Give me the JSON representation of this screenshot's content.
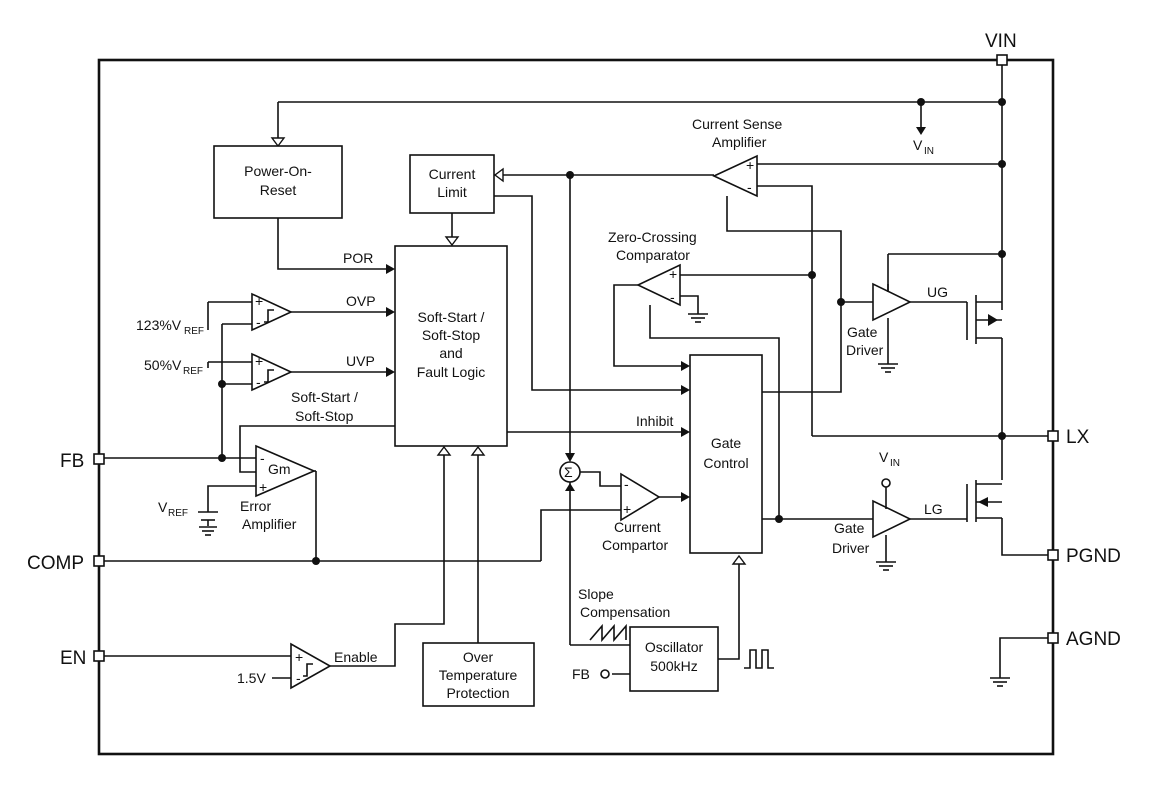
{
  "pins": {
    "vin": "VIN",
    "lx": "LX",
    "pgnd": "PGND",
    "agnd": "AGND",
    "fb": "FB",
    "comp": "COMP",
    "en": "EN"
  },
  "blocks": {
    "por": [
      "Power-On-",
      "Reset"
    ],
    "current_limit": [
      "Current",
      "Limit"
    ],
    "softstart": [
      "Soft-Start /",
      "Soft-Stop",
      "and",
      "Fault Logic"
    ],
    "gate_control": [
      "Gate",
      "Control"
    ],
    "oscillator": [
      "Oscillator",
      "500kHz"
    ],
    "otp": [
      "Over",
      "Temperature",
      "Protection"
    ]
  },
  "amplifiers": {
    "csa": [
      "Current Sense",
      "Amplifier"
    ],
    "zcc": [
      "Zero-Crossing",
      "Comparator"
    ],
    "error_amp": [
      "Error",
      "Amplifier"
    ],
    "error_amp_tag": "Gm",
    "current_comp": [
      "Current",
      "Compartor"
    ],
    "gate_driver_hi": [
      "Gate",
      "Driver"
    ],
    "gate_driver_lo": [
      "Gate",
      "Driver"
    ]
  },
  "signals": {
    "por": "POR",
    "ovp": "OVP",
    "uvp": "UVP",
    "inhibit": "Inhibit",
    "ug": "UG",
    "lg": "LG",
    "enable": "Enable",
    "softstart_line": [
      "Soft-Start /",
      "Soft-Stop"
    ],
    "slope_comp": [
      "Slope",
      "Compensation"
    ],
    "fb_osc": "FB"
  },
  "refs": {
    "ovp_ref_main": "123%V",
    "uvp_ref_main": "50%V",
    "vref_main": "V",
    "ref_sub": "REF",
    "en_ref": "1.5V",
    "vin_main": "V",
    "vin_sub": "IN"
  }
}
